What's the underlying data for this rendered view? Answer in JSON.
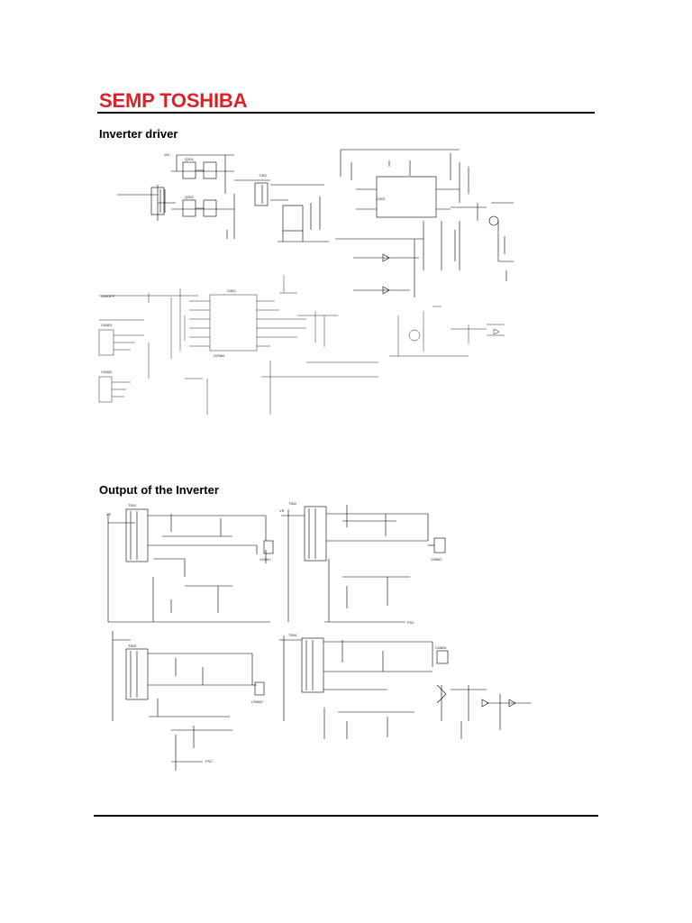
{
  "header": {
    "brand": "SEMP TOSHIBA"
  },
  "sections": [
    {
      "title": "Inverter driver"
    },
    {
      "title": "Output of the Inverter"
    }
  ],
  "driver_labels": {
    "on_off": "ON/OFF",
    "vin": "Vin",
    "ic_u301": "U301",
    "ic_u302": "U302",
    "transformer": "T301",
    "mosfet_q301": "Q301",
    "mosfet_q302": "Q302",
    "ic_oz": "OZ960",
    "conn_cn301": "CN301",
    "conn_cn302": "CN302"
  },
  "output_labels": {
    "vs": "VS",
    "t501": "T501",
    "t502": "T502",
    "t503": "T503",
    "t504": "T504",
    "cn501": "CN501",
    "cn502": "CN502",
    "cn503": "CN503",
    "cn504": "CN504",
    "ps1": "PS1",
    "ps2": "PS2"
  }
}
